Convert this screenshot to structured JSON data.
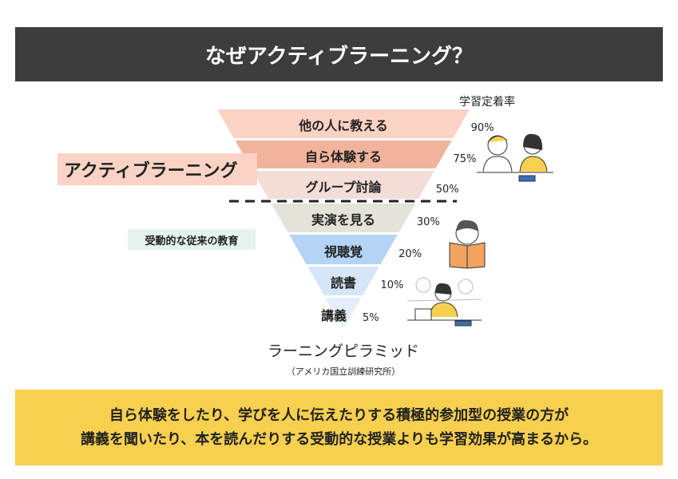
{
  "header": {
    "title": "なぜアクティブラーニング？"
  },
  "pyramid": {
    "rate_label": "学習定着率",
    "levels": [
      {
        "label": "他の人に教える",
        "rate": "90%",
        "color": "#fbd3c4"
      },
      {
        "label": "自ら体験する",
        "rate": "75%",
        "color": "#f2b39c"
      },
      {
        "label": "グループ討論",
        "rate": "50%",
        "color": "#f3ddd6"
      },
      {
        "label": "実演を見る",
        "rate": "30%",
        "color": "#e3e3d9"
      },
      {
        "label": "視聴覚",
        "rate": "20%",
        "color": "#b5d3f5"
      },
      {
        "label": "読書",
        "rate": "10%",
        "color": "#d5e6f9"
      },
      {
        "label": "講義",
        "rate": "5%",
        "color": "#e3eefa"
      }
    ],
    "active_label": "アクティブラーニング",
    "passive_label": "受動的な従来の教育",
    "title": "ラーニングピラミッド",
    "source": "（アメリカ国立訓練研究所）"
  },
  "footer": {
    "line1": "自ら体験をしたり、学びを人に伝えたりする積極的参加型の授業の方が",
    "line2": "講義を聞いたり、本を読んだりする受動的な授業よりも学習効果が高まるから。"
  }
}
